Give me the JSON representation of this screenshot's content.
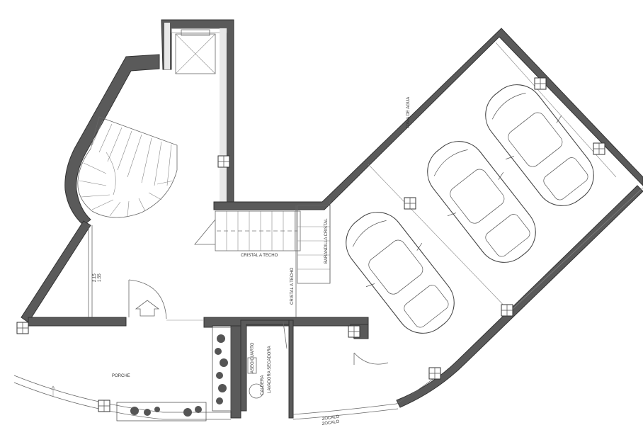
{
  "plan": {
    "labels": {
      "cristal_techo_1": "CRISTAL A TECHO",
      "cristal_techo_2": "CRISTAL A TECHO",
      "barandilla": "BARANDILLA CRISTAL",
      "toma_agua": "TOMA DE AGUA",
      "porche": "PORCHE",
      "dim_1": "2.15",
      "dim_2": "1.55",
      "aseo": "ASEO/CUARTO",
      "lavadero": "LAVADORA SECADORA",
      "caldera": "CALDERA",
      "zocalo": "ZOCALO",
      "zocalo_2": "ZOCALO"
    }
  }
}
